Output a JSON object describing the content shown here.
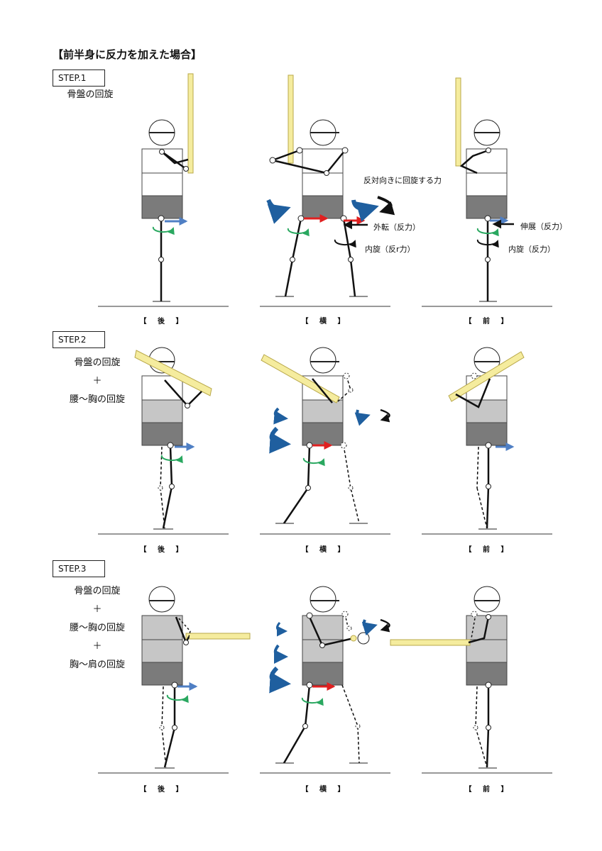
{
  "title": "【前半身に反力を加えた場合】",
  "steps": [
    {
      "label": "STEP.1",
      "lines": [
        "骨盤の回旋"
      ]
    },
    {
      "label": "STEP.2",
      "lines": [
        "骨盤の回旋",
        "＋",
        "腰～胸の回旋"
      ]
    },
    {
      "label": "STEP.3",
      "lines": [
        "骨盤の回旋",
        "＋",
        "腰～胸の回旋",
        "＋",
        "胸～肩の回旋"
      ]
    }
  ],
  "views": {
    "back": "【 後 】",
    "side": "【 横 】",
    "front": "【 前 】"
  },
  "annotations": {
    "reverse_rotation": "反対向きに回旋する力",
    "abduction": "外転（反力）",
    "internal_rotation_side": "内旋（反r力）",
    "extension": "伸展（反力）",
    "internal_rotation_front": "内旋（反力）"
  },
  "colors": {
    "bat": "#f5ec9e",
    "bat_edge": "#b9a84a",
    "blue_arrow": "#1f5f9f",
    "small_blue": "#4f7fc4",
    "red_arrow": "#e02020",
    "green_arrow": "#2aa860",
    "seg_light": "#c6c6c6",
    "seg_dark": "#7b7b7b"
  }
}
